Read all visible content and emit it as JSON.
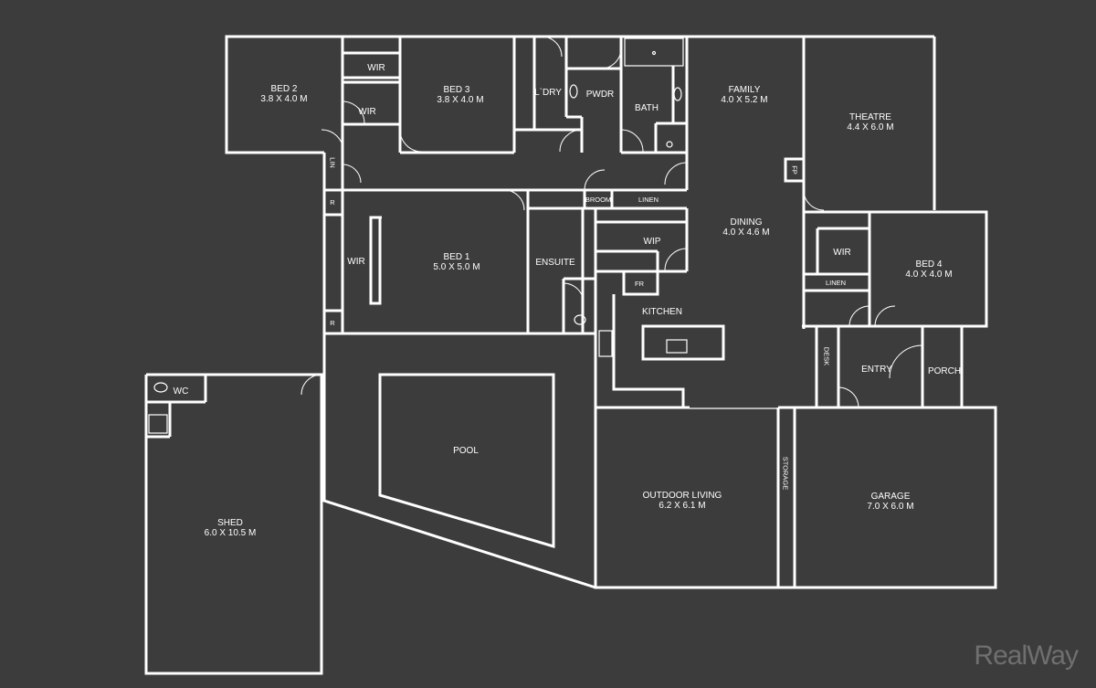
{
  "rooms": {
    "bed2": {
      "name": "BED 2",
      "size": "3.8 X 4.0 M"
    },
    "bed3": {
      "name": "BED 3",
      "size": "3.8 X 4.0 M"
    },
    "wir_a": "WIR",
    "wir_b": "WIR",
    "laundry": "L`DRY",
    "pwdr": "PWDR",
    "bath": "BATH",
    "family": {
      "name": "FAMILY",
      "size": "4.0 X 5.2 M"
    },
    "theatre": {
      "name": "THEATRE",
      "size": "4.4 X 6.0 M"
    },
    "fp": "FP",
    "lin": "LIN",
    "r1": "R",
    "r2": "R",
    "broom": "BROOM",
    "linen1": "LINEN",
    "dining": {
      "name": "DINING",
      "size": "4.0 X 4.6 M"
    },
    "wir_master": "WIR",
    "bed1": {
      "name": "BED 1",
      "size": "5.0 X 5.0 M"
    },
    "ensuite": "ENSUITE",
    "wip": "WIP",
    "fr": "FR",
    "kitchen": "KITCHEN",
    "wir_bed4": "WIR",
    "bed4": {
      "name": "BED 4",
      "size": "4.0 X 4.0 M"
    },
    "linen2": "LINEN",
    "desk": "DESK",
    "entry": "ENTRY",
    "porch": "PORCH",
    "wc": "WC",
    "pool": "POOL",
    "outdoor": {
      "name": "OUTDOOR LIVING",
      "size": "6.2 X 6.1 M"
    },
    "storage": "STORAGE",
    "garage": {
      "name": "GARAGE",
      "size": "7.0 X 6.0 M"
    },
    "shed": {
      "name": "SHED",
      "size": "6.0 X 10.5 M"
    }
  },
  "brand": "RealWay"
}
